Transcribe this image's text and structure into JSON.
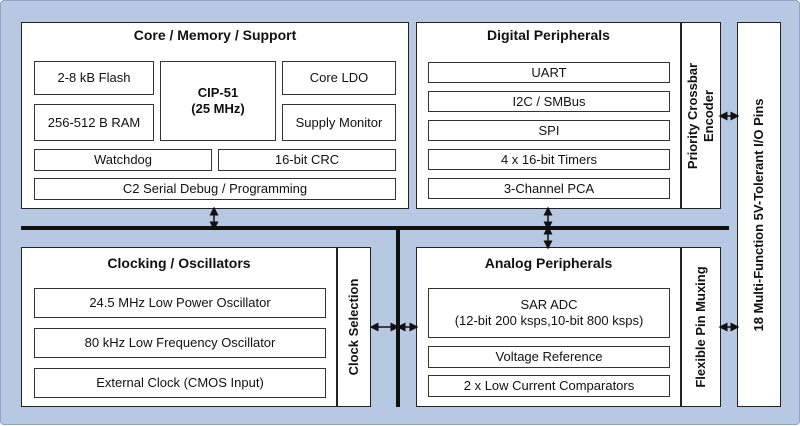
{
  "core": {
    "title": "Core / Memory / Support",
    "flash": "2-8 kB Flash",
    "cpu_line1": "CIP-51",
    "cpu_line2": "(25 MHz)",
    "ldo": "Core LDO",
    "ram": "256-512 B RAM",
    "supply_monitor": "Supply Monitor",
    "watchdog": "Watchdog",
    "crc": "16-bit CRC",
    "debug": "C2 Serial Debug / Programming"
  },
  "digital": {
    "title": "Digital Peripherals",
    "items": [
      "UART",
      "I2C / SMBus",
      "SPI",
      "4 x 16-bit Timers",
      "3-Channel PCA"
    ]
  },
  "crossbar": {
    "line1": "Priority Crossbar",
    "line2": "Encoder"
  },
  "io_pins": "18 Multi-Function 5V-Tolerant I/O Pins",
  "clocking": {
    "title": "Clocking / Oscillators",
    "items": [
      "24.5 MHz Low Power Oscillator",
      "80 kHz Low Frequency Oscillator",
      "External Clock (CMOS Input)"
    ]
  },
  "clock_selection": "Clock Selection",
  "analog": {
    "title": "Analog Peripherals",
    "adc_line1": "SAR ADC",
    "adc_line2": "(12-bit 200 ksps,10-bit 800 ksps)",
    "vref": "Voltage Reference",
    "comparators": "2 x Low Current Comparators"
  },
  "pin_muxing": "Flexible Pin Muxing"
}
